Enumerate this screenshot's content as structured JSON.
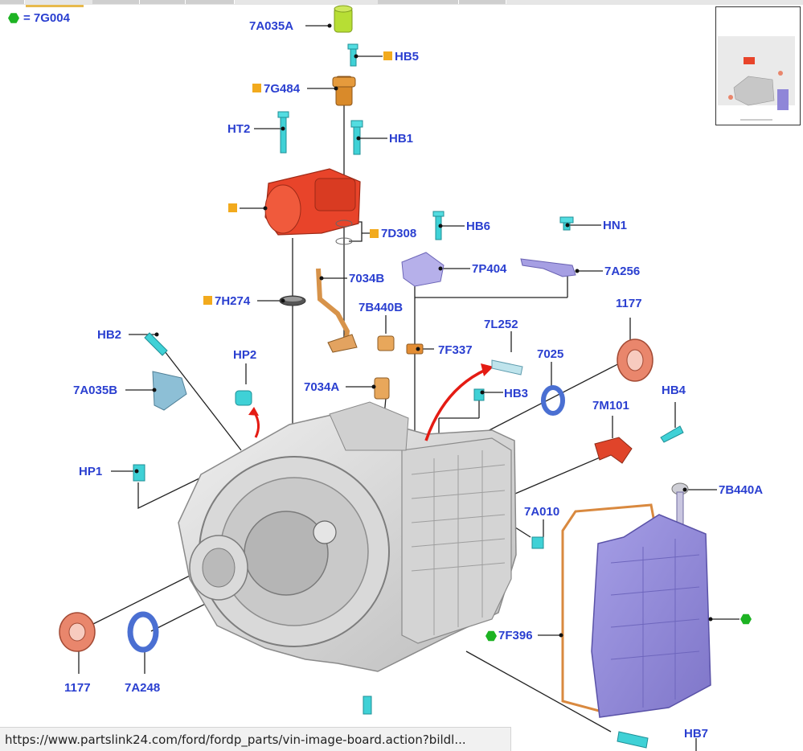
{
  "legend": {
    "symbol": "green-hexagon",
    "text": "= 7G004"
  },
  "labels": {
    "l7A035A": "7A035A",
    "lHB5": "HB5",
    "l7G484": "7G484",
    "lHT2": "HT2",
    "lHB1": "HB1",
    "l7D308": "7D308",
    "lHB6": "HB6",
    "lHN1": "HN1",
    "l7P404": "7P404",
    "l7A256": "7A256",
    "l7034B": "7034B",
    "l7H274": "7H274",
    "l7B440B": "7B440B",
    "l7L252": "7L252",
    "l1177a": "1177",
    "lHB2": "HB2",
    "l7F337": "7F337",
    "l7025": "7025",
    "lHP2": "HP2",
    "lHB3": "HB3",
    "lHB4": "HB4",
    "l7M101": "7M101",
    "l7A035B": "7A035B",
    "l7034A": "7034A",
    "lHP1": "HP1",
    "l7B440A": "7B440A",
    "l7A010": "7A010",
    "l7F396": "7F396",
    "l1177b": "1177",
    "l7A248": "7A248",
    "lHB7": "HB7"
  },
  "colors": {
    "label_blue": "#2a3fd0",
    "marker_orange": "#f2aa1d",
    "marker_green": "#1db323",
    "pump_red": "#e8442a",
    "sensor_cyan": "#3fd1d6",
    "transmission_gray": "#cfcfcf",
    "pan_purple": "#8f86d8",
    "seal_salmon": "#e9866c",
    "ring_blue": "#4a6fd2"
  },
  "statusbar": {
    "url": "https://www.partslink24.com/ford/fordp_parts/vin-image-board.action?bildl..."
  }
}
